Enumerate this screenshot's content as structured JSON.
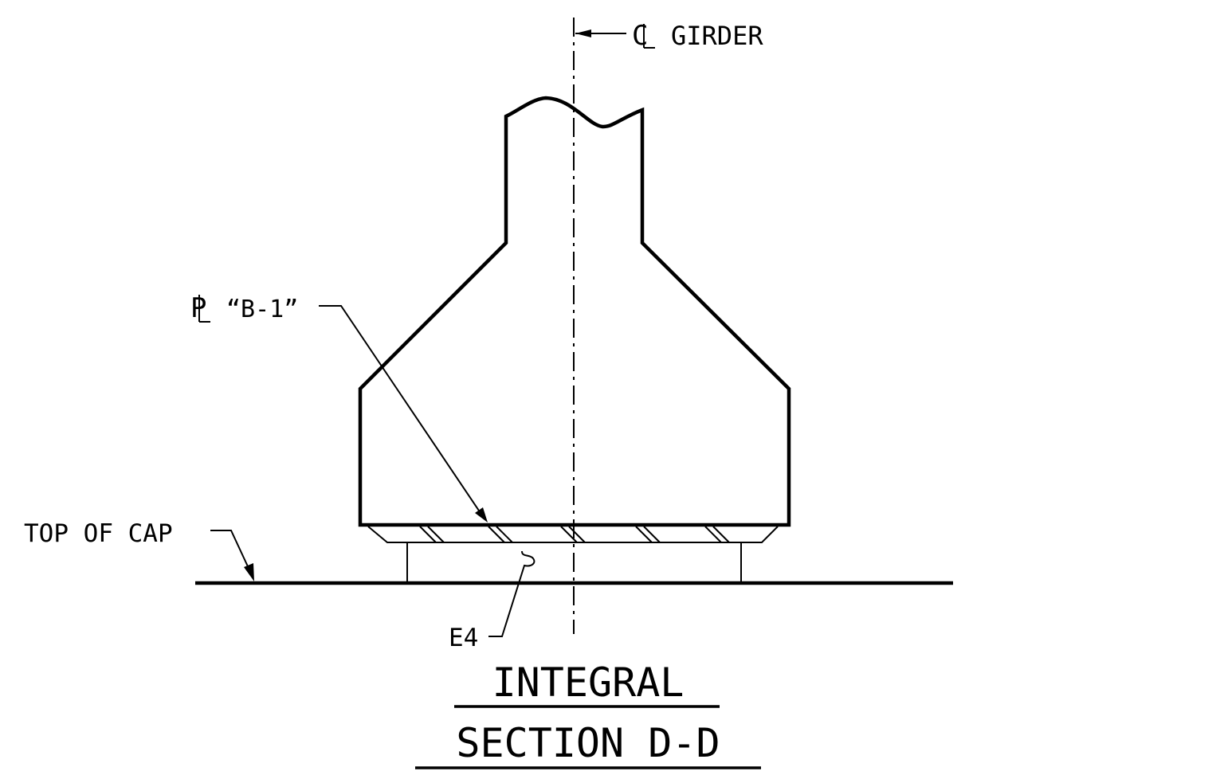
{
  "drawing": {
    "centerline_label": "GIRDER",
    "plate_label": "“B-1”",
    "top_of_cap_label": "TOP OF CAP",
    "bearing_label": "E4",
    "title_line_1": "INTEGRAL",
    "title_line_2": "SECTION D-D",
    "line_color": "#000000",
    "background_color": "#ffffff"
  }
}
